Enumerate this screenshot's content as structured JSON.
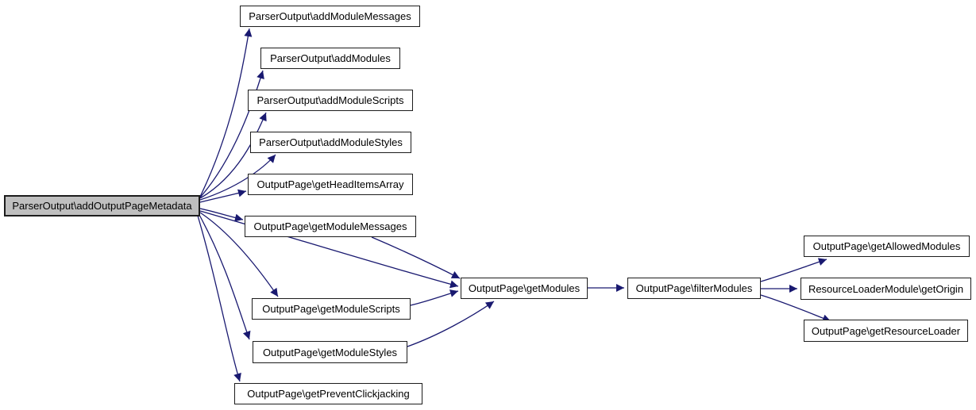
{
  "diagram": {
    "type": "call-graph",
    "background_color": "#ffffff",
    "edge_color": "#191970",
    "node_border_color": "#1c1c1c",
    "node_fill_color": "#ffffff",
    "highlight_fill_color": "#bfbfbf",
    "nodes": [
      {
        "id": "addOutputPageMetadata",
        "label": "ParserOutput\\addOutputPageMetadata",
        "highlighted": true
      },
      {
        "id": "addModuleMessages",
        "label": "ParserOutput\\addModuleMessages",
        "highlighted": false
      },
      {
        "id": "addModules",
        "label": "ParserOutput\\addModules",
        "highlighted": false
      },
      {
        "id": "addModuleScripts",
        "label": "ParserOutput\\addModuleScripts",
        "highlighted": false
      },
      {
        "id": "addModuleStyles",
        "label": "ParserOutput\\addModuleStyles",
        "highlighted": false
      },
      {
        "id": "getHeadItemsArray",
        "label": "OutputPage\\getHeadItemsArray",
        "highlighted": false
      },
      {
        "id": "getModuleMessages",
        "label": "OutputPage\\getModuleMessages",
        "highlighted": false
      },
      {
        "id": "getModuleScripts",
        "label": "OutputPage\\getModuleScripts",
        "highlighted": false
      },
      {
        "id": "getModuleStyles",
        "label": "OutputPage\\getModuleStyles",
        "highlighted": false
      },
      {
        "id": "getPreventClickjacking",
        "label": "OutputPage\\getPreventClickjacking",
        "highlighted": false
      },
      {
        "id": "getModules",
        "label": "OutputPage\\getModules",
        "highlighted": false
      },
      {
        "id": "filterModules",
        "label": "OutputPage\\filterModules",
        "highlighted": false
      },
      {
        "id": "getAllowedModules",
        "label": "OutputPage\\getAllowedModules",
        "highlighted": false
      },
      {
        "id": "getOrigin",
        "label": "ResourceLoaderModule\\getOrigin",
        "highlighted": false
      },
      {
        "id": "getResourceLoader",
        "label": "OutputPage\\getResourceLoader",
        "highlighted": false
      }
    ],
    "edges": [
      {
        "from": "addOutputPageMetadata",
        "to": "addModuleMessages"
      },
      {
        "from": "addOutputPageMetadata",
        "to": "addModules"
      },
      {
        "from": "addOutputPageMetadata",
        "to": "addModuleScripts"
      },
      {
        "from": "addOutputPageMetadata",
        "to": "addModuleStyles"
      },
      {
        "from": "addOutputPageMetadata",
        "to": "getHeadItemsArray"
      },
      {
        "from": "addOutputPageMetadata",
        "to": "getModuleMessages"
      },
      {
        "from": "addOutputPageMetadata",
        "to": "getModules"
      },
      {
        "from": "addOutputPageMetadata",
        "to": "getModuleScripts"
      },
      {
        "from": "addOutputPageMetadata",
        "to": "getModuleStyles"
      },
      {
        "from": "addOutputPageMetadata",
        "to": "getPreventClickjacking"
      },
      {
        "from": "getModuleMessages",
        "to": "getModules"
      },
      {
        "from": "getModuleScripts",
        "to": "getModules"
      },
      {
        "from": "getModuleStyles",
        "to": "getModules"
      },
      {
        "from": "getModules",
        "to": "filterModules"
      },
      {
        "from": "filterModules",
        "to": "getAllowedModules"
      },
      {
        "from": "filterModules",
        "to": "getOrigin"
      },
      {
        "from": "filterModules",
        "to": "getResourceLoader"
      }
    ]
  }
}
